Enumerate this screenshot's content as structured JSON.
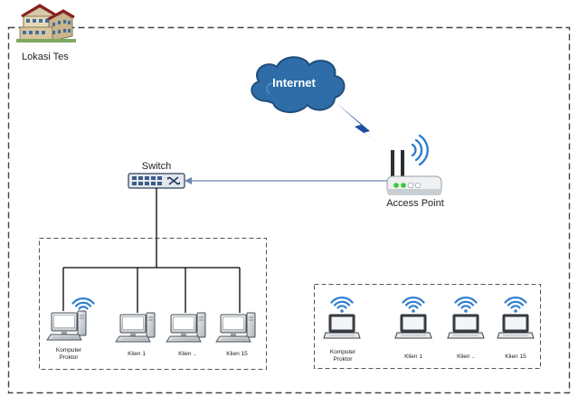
{
  "location": {
    "label": "Lokasi Tes",
    "icon": "building-icon"
  },
  "cloud": {
    "label": "Internet",
    "icon": "cloud-icon"
  },
  "switch": {
    "label": "Switch",
    "icon": "network-switch-icon"
  },
  "access_point": {
    "label": "Access Point",
    "icon": "wireless-router-icon"
  },
  "wired_group": {
    "proctor": {
      "label_line1": "Komputer",
      "label_line2": "Proktor"
    },
    "clients": [
      "Klien 1",
      "Klien ..",
      "Klien 15"
    ]
  },
  "wireless_group": {
    "proctor": {
      "label_line1": "Komputer",
      "label_line2": "Proktor"
    },
    "clients": [
      "Klien 1",
      "Klien ..",
      "Klien 15"
    ]
  },
  "colors": {
    "cloud_fill": "#2e6da8",
    "cloud_dark": "#1f4e7c",
    "wifi": "#2f7fd0",
    "lightning": "#1d4fa0",
    "link_wired": "#000000",
    "link_ap": "#6d86b3",
    "border": "#555555",
    "led_green": "#3cc63c"
  }
}
